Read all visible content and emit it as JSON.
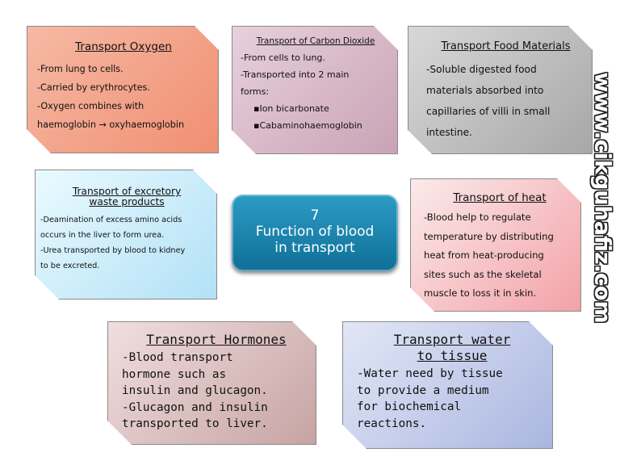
{
  "center": {
    "line1": "7",
    "line2": "Function of blood",
    "line3": "in transport"
  },
  "oxygen": {
    "title": "Transport Oxygen",
    "lines": [
      "-From lung to cells.",
      "-Carried by erythrocytes.",
      "-Oxygen combines with",
      "haemoglobin → oxyhaemoglobin"
    ]
  },
  "co2": {
    "title": "Transport of Carbon Dioxide",
    "lines": [
      "-From cells to lung.",
      "-Transported into 2 main",
      "forms:",
      "▪Ion bicarbonate",
      "▪Cabaminohaemoglobin"
    ]
  },
  "food": {
    "title": "Transport Food Materials",
    "lines": [
      "-Soluble digested food",
      "materials absorbed into",
      "capillaries of villi in small",
      "intestine."
    ]
  },
  "excretory": {
    "title_line1": "Transport of excretory",
    "title_line2": "waste products",
    "lines": [
      "-Deamination of excess amino acids",
      "occurs in the liver to form urea.",
      "-Urea transported by blood to kidney",
      "to be excreted."
    ]
  },
  "heat": {
    "title": "Transport of heat",
    "lines": [
      "-Blood help to regulate",
      "temperature by distributing",
      "heat from heat-producing",
      "sites such as the skeletal",
      "muscle to loss it in skin."
    ]
  },
  "hormones": {
    "title": "Transport Hormones",
    "lines": [
      "-Blood transport",
      "hormone such as",
      "insulin and glucagon.",
      "-Glucagon and insulin",
      "transported to liver."
    ]
  },
  "water": {
    "title_line1": "Transport water",
    "title_line2": "to tissue",
    "lines": [
      "-Water need by tissue",
      "to provide a medium",
      "for biochemical",
      "reactions."
    ]
  },
  "watermark": "www.cikguhafiz.com"
}
